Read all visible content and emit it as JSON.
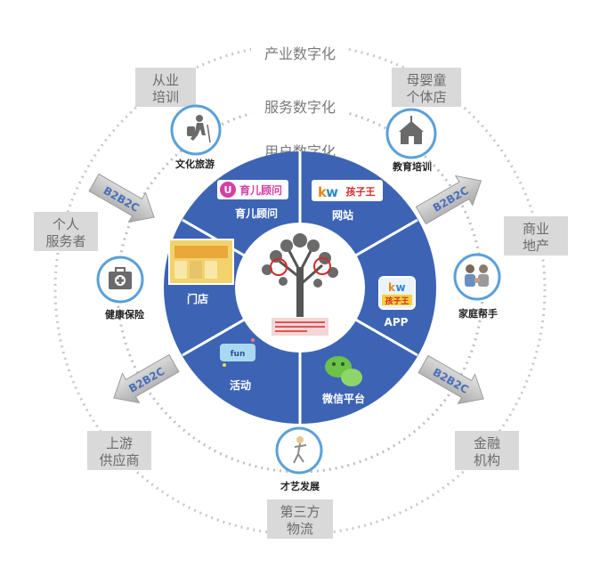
{
  "rings": {
    "outer": "产业数字化",
    "middle": "服务数字化",
    "inner": "用户数字化"
  },
  "partners": [
    {
      "key": "training",
      "lines": [
        "从业",
        "培训"
      ]
    },
    {
      "key": "maternal",
      "lines": [
        "母婴童",
        "个体店"
      ]
    },
    {
      "key": "personal",
      "lines": [
        "个人",
        "服务者"
      ]
    },
    {
      "key": "realestate",
      "lines": [
        "商业",
        "地产"
      ]
    },
    {
      "key": "upstream",
      "lines": [
        "上游",
        "供应商"
      ]
    },
    {
      "key": "finance",
      "lines": [
        "金融",
        "机构"
      ]
    },
    {
      "key": "logistics",
      "lines": [
        "第三方",
        "物流"
      ]
    }
  ],
  "arrows": [
    "B2B2C",
    "B2B2C",
    "B2B2C",
    "B2B2C"
  ],
  "services": [
    {
      "key": "culture-travel",
      "label": "文化旅游",
      "icon": "hiker-icon"
    },
    {
      "key": "education",
      "label": "教育培训",
      "icon": "school-icon"
    },
    {
      "key": "health",
      "label": "健康保险",
      "icon": "medical-kit-icon"
    },
    {
      "key": "family-helper",
      "label": "家庭帮手",
      "icon": "family-icon"
    },
    {
      "key": "talent",
      "label": "才艺发展",
      "icon": "dancer-icon"
    }
  ],
  "channels": [
    {
      "key": "advisor",
      "label": "育儿顾问",
      "logo": "育儿顾问"
    },
    {
      "key": "website",
      "label": "网站",
      "logo": "孩子王"
    },
    {
      "key": "app",
      "label": "APP",
      "logo": "孩子王"
    },
    {
      "key": "wechat",
      "label": "微信平台",
      "logo": "wechat-icon"
    },
    {
      "key": "event",
      "label": "活动",
      "logo": "event-icon"
    },
    {
      "key": "store",
      "label": "门店",
      "logo": "store-photo"
    }
  ],
  "center": {
    "icon": "tree-icon"
  },
  "colors": {
    "wheel": "#3d64b4",
    "wheel_dark": "#2f4f96",
    "ring_line": "#c8c8c8",
    "box": "#d9d9d9",
    "box_text": "#6b6b6b",
    "arrow": "#b0b0b0",
    "arrow_text": "#4a6fb8",
    "accent_red": "#d52a2a"
  }
}
